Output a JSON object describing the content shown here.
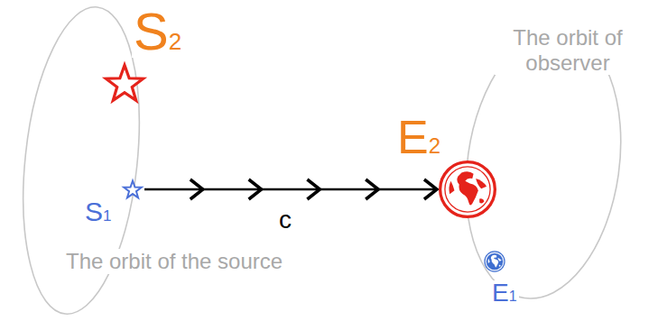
{
  "diagram": {
    "nodes": [
      {
        "text": [
          "S2"
        ]
      },
      {
        "text": [
          "S1"
        ]
      },
      {
        "text": [
          "E2"
        ]
      },
      {
        "text": [
          "E1"
        ]
      }
    ],
    "edges": [
      {
        "from": 1,
        "to": 2,
        "arrow": "to",
        "label": "c"
      }
    ],
    "labels": [
      "The orbit of the source",
      "The orbit of observer"
    ]
  }
}
